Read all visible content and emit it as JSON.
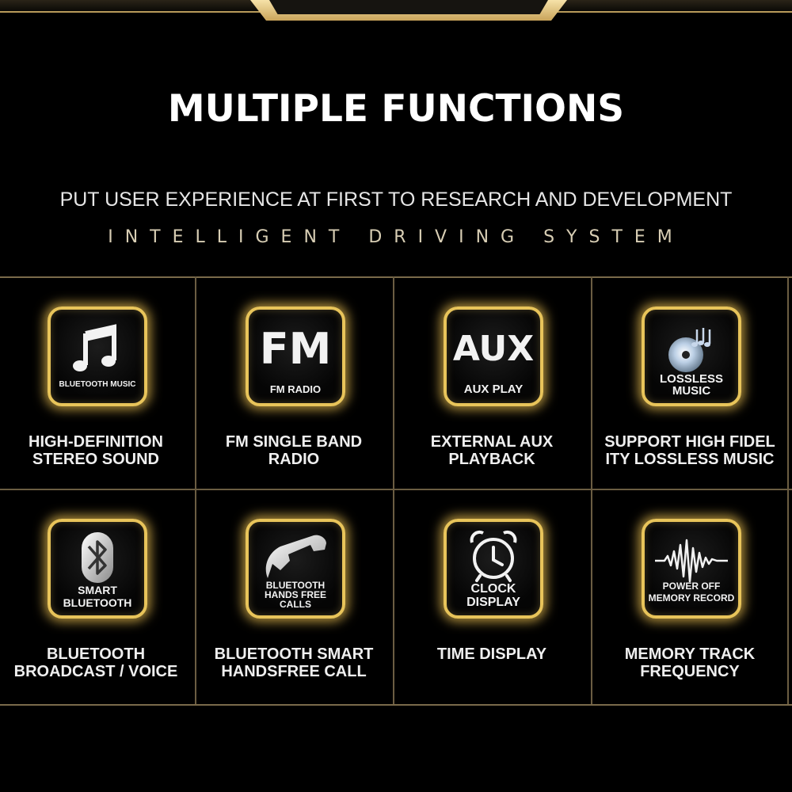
{
  "header": {
    "title": "MULTIPLE FUNCTIONS",
    "subtitle": "PUT USER EXPERIENCE AT FIRST TO RESEARCH AND DEVELOPMENT",
    "tagline": "INTELLIGENT DRIVING SYSTEM"
  },
  "colors": {
    "accent": "#e8c45a",
    "background": "#000000",
    "grid_line": "#6b5d42"
  },
  "features": [
    {
      "icon": "music-note-icon",
      "icon_label": "BLUETOOTH MUSIC",
      "caption": "HIGH-DEFINITION\nSTEREO SOUND"
    },
    {
      "icon": "fm-icon",
      "icon_text": "FM",
      "icon_label": "FM RADIO",
      "caption": "FM SINGLE BAND\nRADIO"
    },
    {
      "icon": "aux-icon",
      "icon_text": "AUX",
      "icon_label": "AUX PLAY",
      "caption": "EXTERNAL AUX\nPLAYBACK"
    },
    {
      "icon": "disc-music-icon",
      "icon_label": "LOSSLESS\nMUSIC",
      "caption": "SUPPORT HIGH FIDEL\nITY LOSSLESS MUSIC"
    },
    {
      "icon": "bluetooth-icon",
      "icon_label": "SMART\nBLUETOOTH",
      "caption": "BLUETOOTH\nBROADCAST / VOICE"
    },
    {
      "icon": "phone-handset-icon",
      "icon_label": "BLUETOOTH\nHANDS FREE\nCALLS",
      "caption": "BLUETOOTH SMART\nHANDSFREE CALL"
    },
    {
      "icon": "alarm-clock-icon",
      "icon_label": "CLOCK\nDISPLAY",
      "caption": "TIME DISPLAY"
    },
    {
      "icon": "sound-wave-icon",
      "icon_label": "POWER OFF\nMEMORY RECORD",
      "caption": "MEMORY TRACK\nFREQUENCY"
    }
  ]
}
